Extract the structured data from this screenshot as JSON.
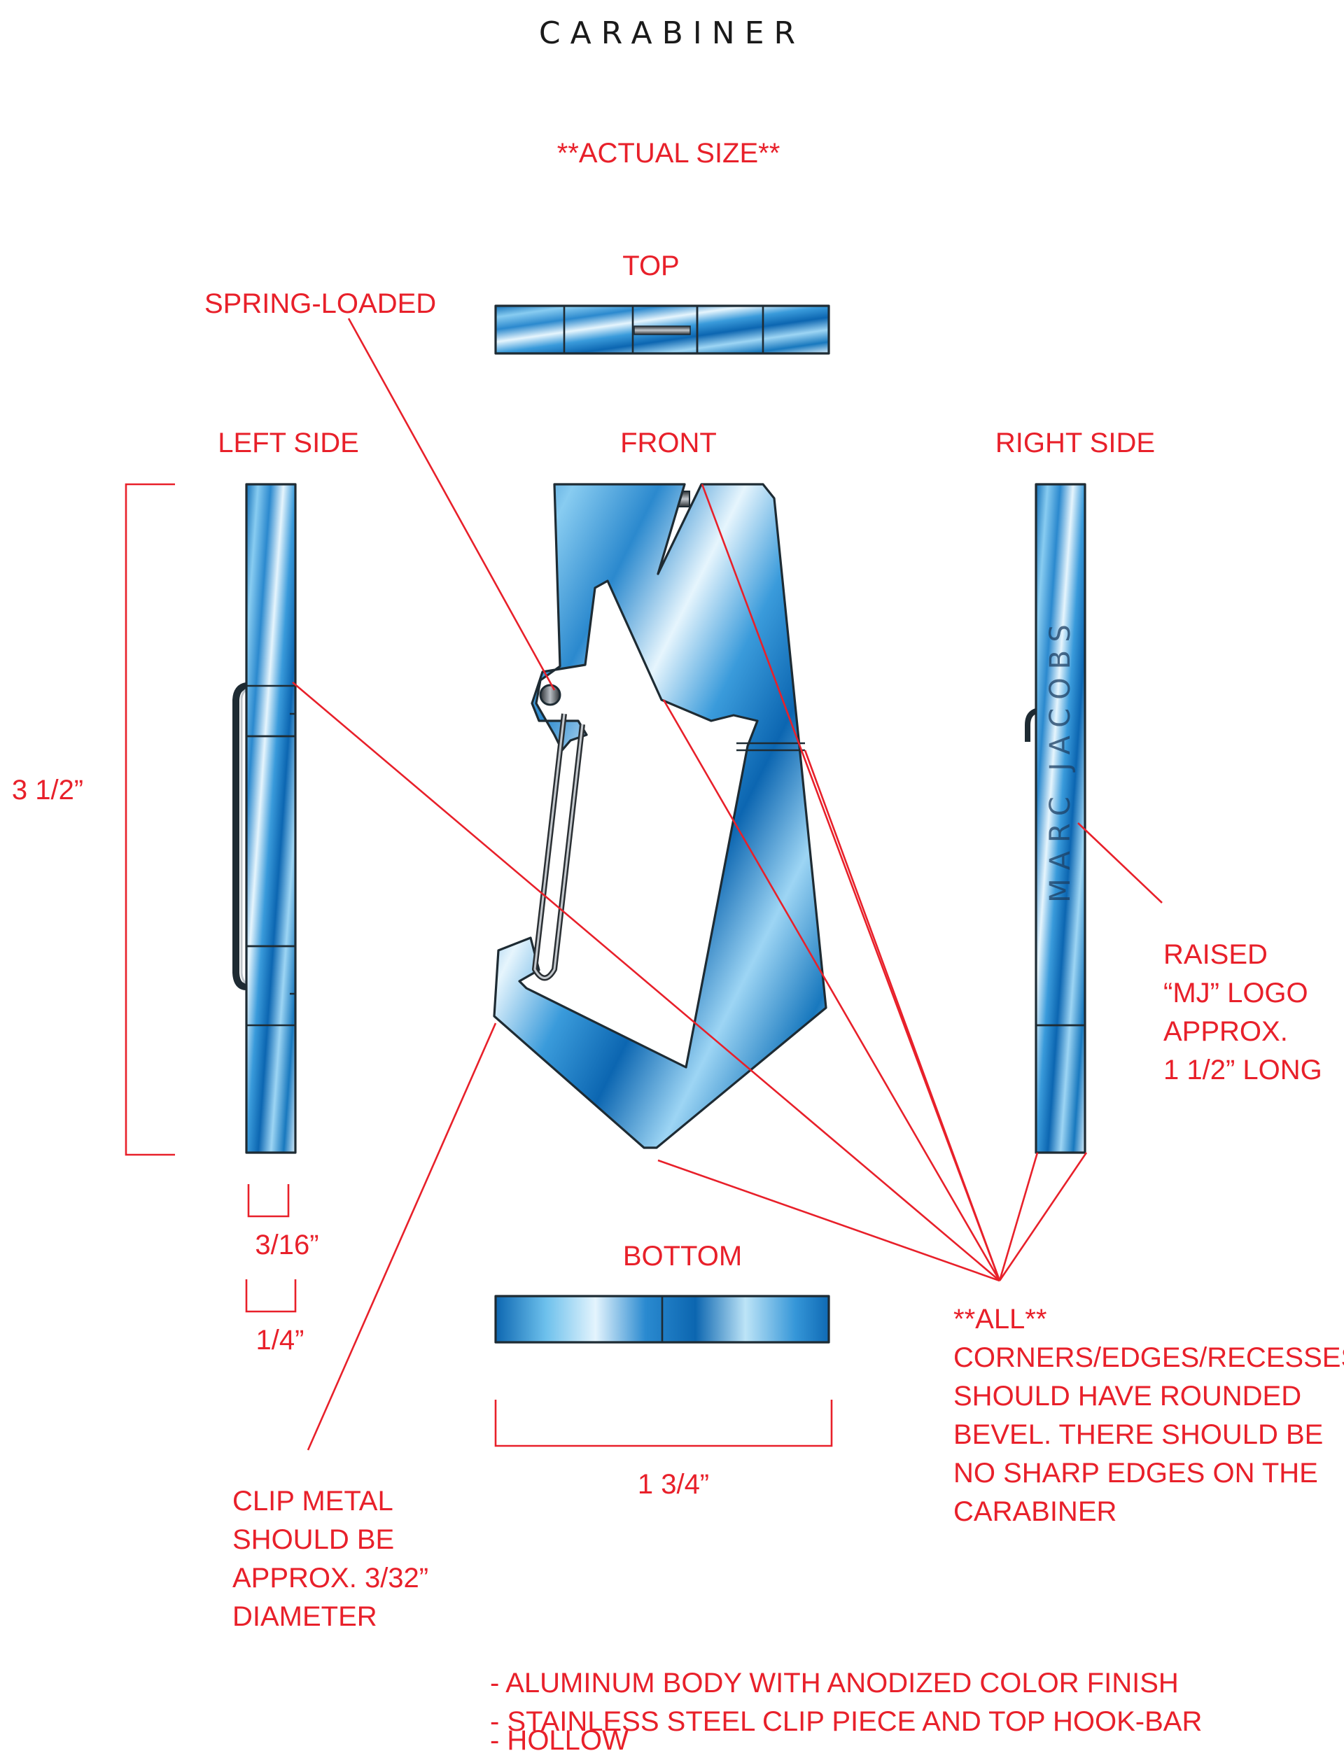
{
  "title": "CARABINER",
  "actual_size": "**ACTUAL SIZE**",
  "views": {
    "top": "TOP",
    "front": "FRONT",
    "left_side": "LEFT SIDE",
    "right_side": "RIGHT SIDE",
    "bottom": "BOTTOM"
  },
  "callouts": {
    "spring_loaded": "SPRING-LOADED",
    "raised_logo": [
      "RAISED",
      "“MJ” LOGO",
      "APPROX.",
      "1 1/2” LONG"
    ],
    "all_corners": [
      "**ALL**",
      "CORNERS/EDGES/RECESSES",
      "SHOULD HAVE ROUNDED",
      "BEVEL. THERE SHOULD BE",
      "NO SHARP EDGES ON THE",
      "CARABINER"
    ],
    "clip_metal": [
      "CLIP METAL",
      "SHOULD BE",
      "APPROX. 3/32”",
      "DIAMETER"
    ]
  },
  "logo_text": "MARC JACOBS",
  "dimensions": {
    "height": "3 1/2”",
    "thickness_a": "3/16”",
    "thickness_b": "1/4”",
    "width": "1 3/4”"
  },
  "specs": [
    "- ALUMINUM BODY WITH ANODIZED COLOR FINISH",
    "- STAINLESS STEEL CLIP PIECE AND TOP HOOK-BAR",
    "- HOLLOW"
  ],
  "colors": {
    "annotation": "#e8202a",
    "metal_light": "#e9f6fd",
    "metal_mid": "#5cb3e6",
    "metal_dark": "#0d6cb6"
  }
}
